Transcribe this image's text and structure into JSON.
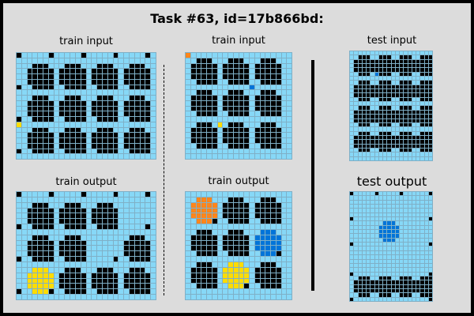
{
  "title": "Task #63, id=17b866bd:",
  "labels": {
    "train_input_1": "train input",
    "train_input_2": "train input",
    "test_input": "test input",
    "train_output_1": "train output",
    "train_output_2": "train output",
    "test_output": "test output"
  },
  "colors": {
    "background": "#dcdcdc",
    "cell": "#87d8f7",
    "black": "#000000",
    "blue": "#0074d9",
    "orange": "#ff851b",
    "yellow": "#ffdc00"
  }
}
